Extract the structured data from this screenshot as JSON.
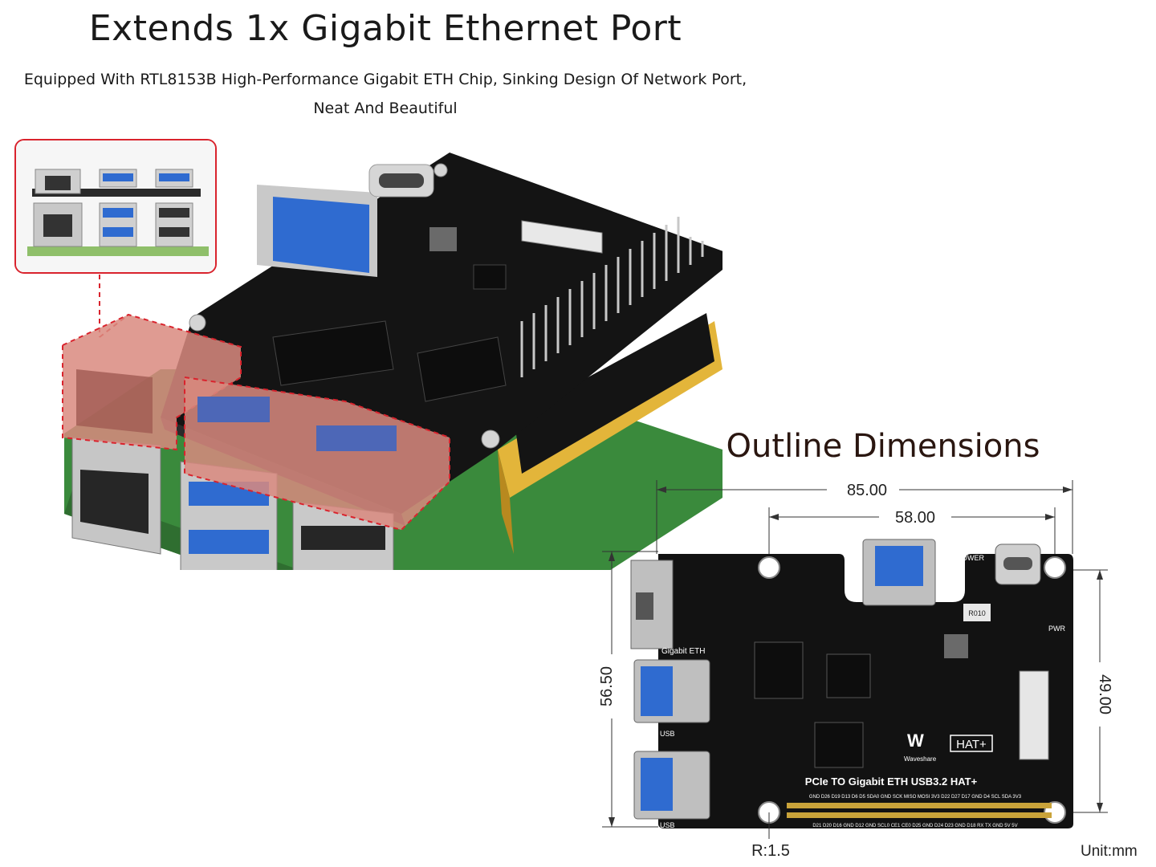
{
  "header": {
    "title": "Extends 1x Gigabit Ethernet Port",
    "subtitle_line1": "Equipped With RTL8153B High-Performance Gigabit ETH Chip, Sinking Design Of Network Port,",
    "subtitle_line2": "Neat And Beautiful"
  },
  "outline": {
    "title": "Outline Dimensions",
    "width_total": "85.00",
    "hole_spacing": "58.00",
    "height_total": "56.50",
    "hole_vertical": "49.00",
    "corner_radius": "R:1.5",
    "unit": "Unit:mm"
  },
  "board": {
    "name": "PCIe TO Gigabit ETH USB3.2 HAT+",
    "usb_label": "USB",
    "power_label": "POWER",
    "pwr_label": "PWR",
    "eth_label": "Gigabit ETH",
    "brand": "Waveshare",
    "hat_label": "HAT+",
    "chip_label": "R010",
    "pins_top": "GND D26 D19 D13 D6 D5 SDA0 GND SCK MISO MOSI 3V3 D22 D27 D17 GND D4 SCL SDA 3V3",
    "pins_bottom": "D21 D20 D16 GND D12 GND SCL0 CE1 CE0 D25 GND D24 D23 GND D18 RX TX GND 5V 5V"
  },
  "colors": {
    "highlight_red": "#d9232d",
    "pcb_black": "#111111",
    "usb_blue": "#2f6bd0",
    "header_gold": "#e3b53a",
    "rpi_green": "#3a8a3c"
  }
}
